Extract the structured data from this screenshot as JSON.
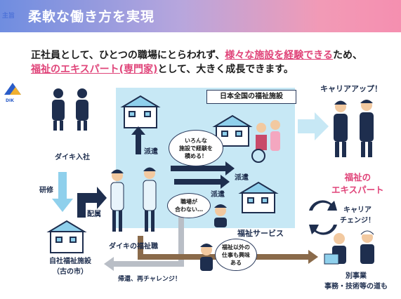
{
  "banner": {
    "small_label": "主旨",
    "title": "柔軟な働き方を実現"
  },
  "intro": {
    "line1_a": "正社員として、ひとつの職場にとらわれず、",
    "line1_hl": "様々な施設を経験できる",
    "line1_b": "ため、",
    "line2_hl": "福祉のエキスパート(専門家)",
    "line2_b": "として、大きく成長できます。"
  },
  "logo": {
    "text": "DIK"
  },
  "diagram": {
    "panel_title": "日本全国の福祉施設",
    "join": "ダイキ入社",
    "training": "研修",
    "assign": "配属",
    "own_facility_1": "自社福祉施設",
    "own_facility_2": "（古の市）",
    "staff": "ダイキの福祉職",
    "dispatch_1": "派遣",
    "dispatch_2": "派遣",
    "dispatch_3": "派遣",
    "bubble_experience": [
      "いろんな",
      "施設で経験を",
      "積める！"
    ],
    "bubble_mismatch": [
      "職場が",
      "合わない…"
    ],
    "welfare_service": "福祉サービス",
    "return": "帰還、再チャレンジ！",
    "bubble_other": [
      "福祉以外の",
      "仕事も興味",
      "ある"
    ],
    "career_up": "キャリアアップ！",
    "expert_1": "福祉の",
    "expert_2": "エキスパート",
    "career_change_1": "キャリア",
    "career_change_2": "チェンジ！",
    "other_business_1": "別事業",
    "other_business_2": "事務・技術等の道も"
  },
  "colors": {
    "accent_pink": "#e0457a",
    "navy": "#1e2e4e",
    "panel_blue": "#c7e8f5",
    "light_blue": "#8fd0ec",
    "brown": "#8a6a4a"
  }
}
